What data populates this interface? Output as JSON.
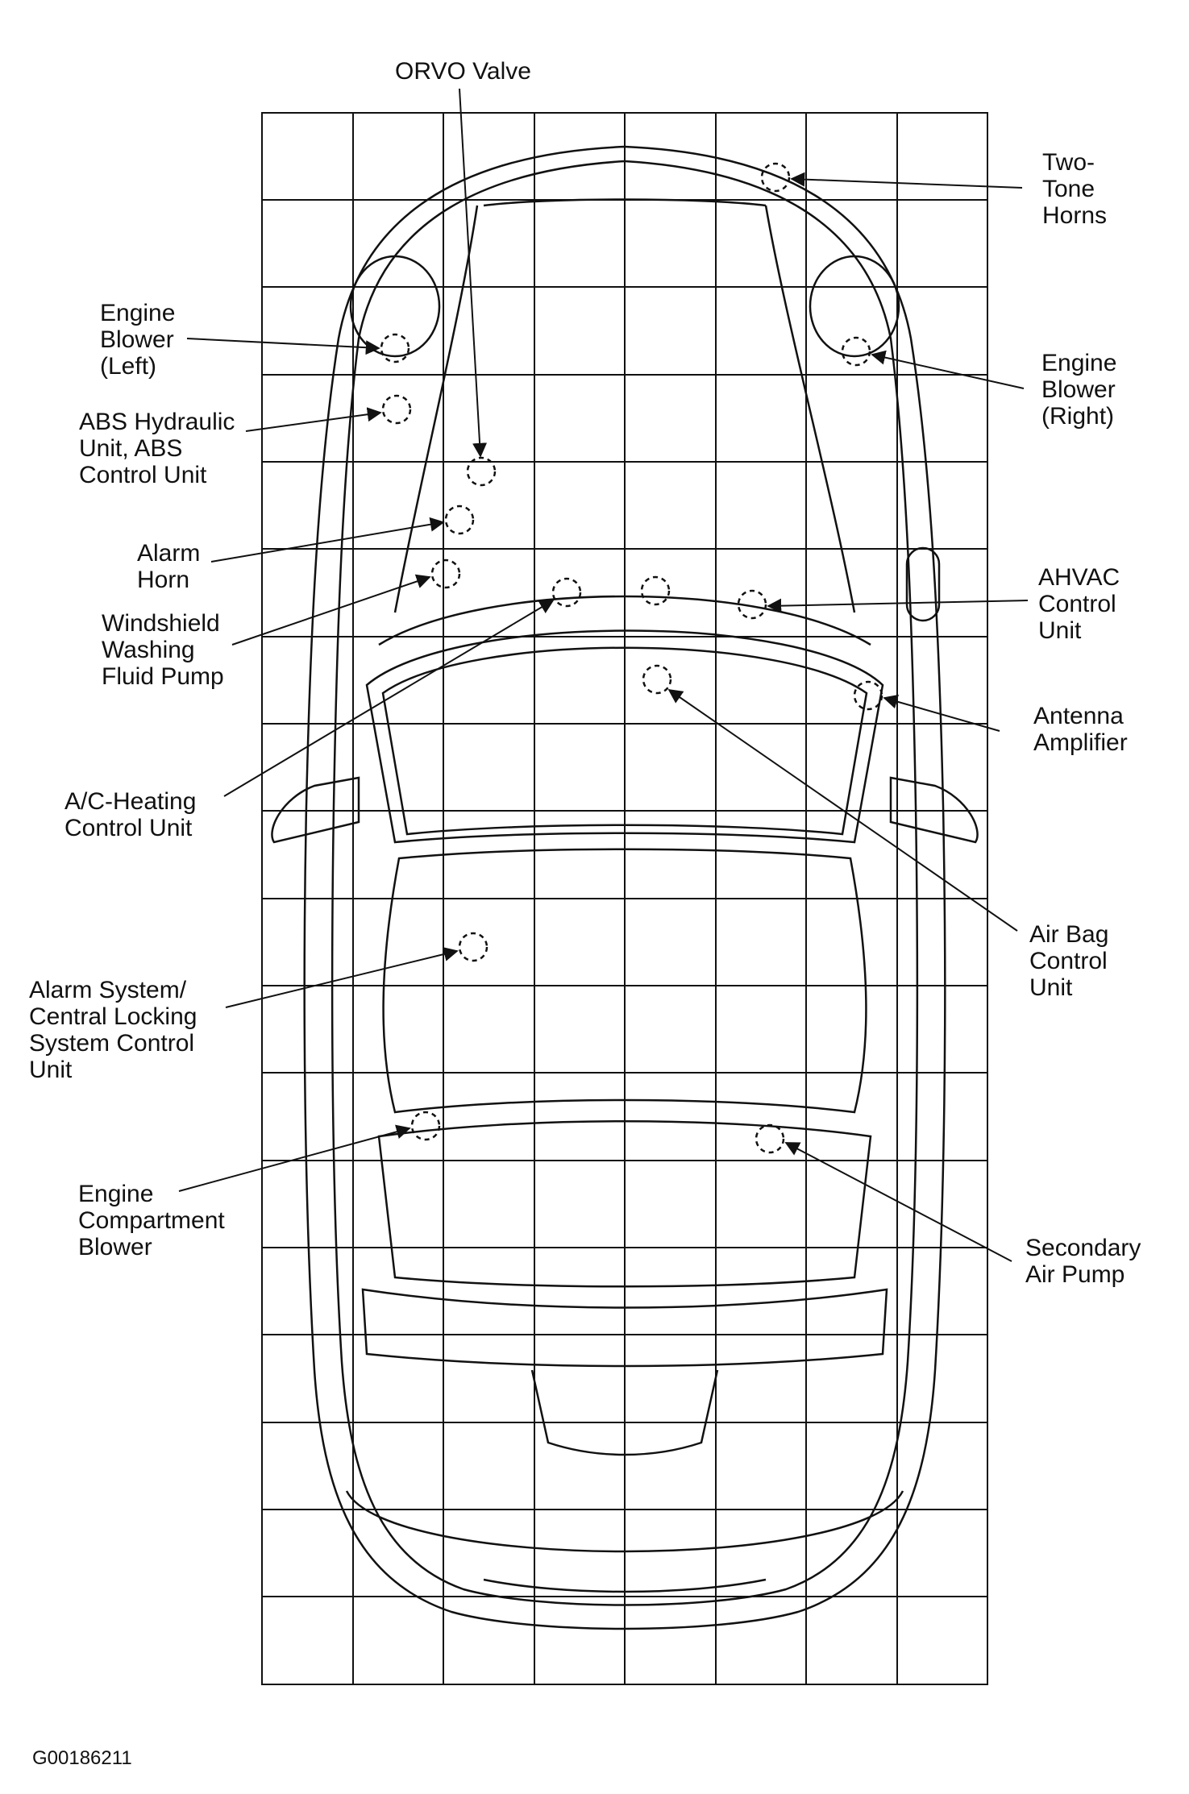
{
  "figure_id": "G00186211",
  "labels": {
    "orvo_valve": "ORVO Valve",
    "two_tone_horns": "Two-\nTone\nHorns",
    "engine_blower_left": "Engine\nBlower\n(Left)",
    "engine_blower_right": "Engine\nBlower\n(Right)",
    "abs_unit": "ABS Hydraulic\nUnit, ABS\nControl Unit",
    "alarm_horn": "Alarm\nHorn",
    "washer_pump": "Windshield\nWashing\nFluid Pump",
    "ahvac_control": "AHVAC\nControl\nUnit",
    "antenna_amplifier": "Antenna\nAmplifier",
    "ac_heating_control": "A/C-Heating\nControl Unit",
    "air_bag_control": "Air Bag\nControl\nUnit",
    "alarm_system": "Alarm System/\nCentral Locking\nSystem Control\n Unit",
    "engine_compartment_blower": "Engine\nCompartment\nBlower",
    "secondary_air_pump": "Secondary\nAir Pump"
  }
}
